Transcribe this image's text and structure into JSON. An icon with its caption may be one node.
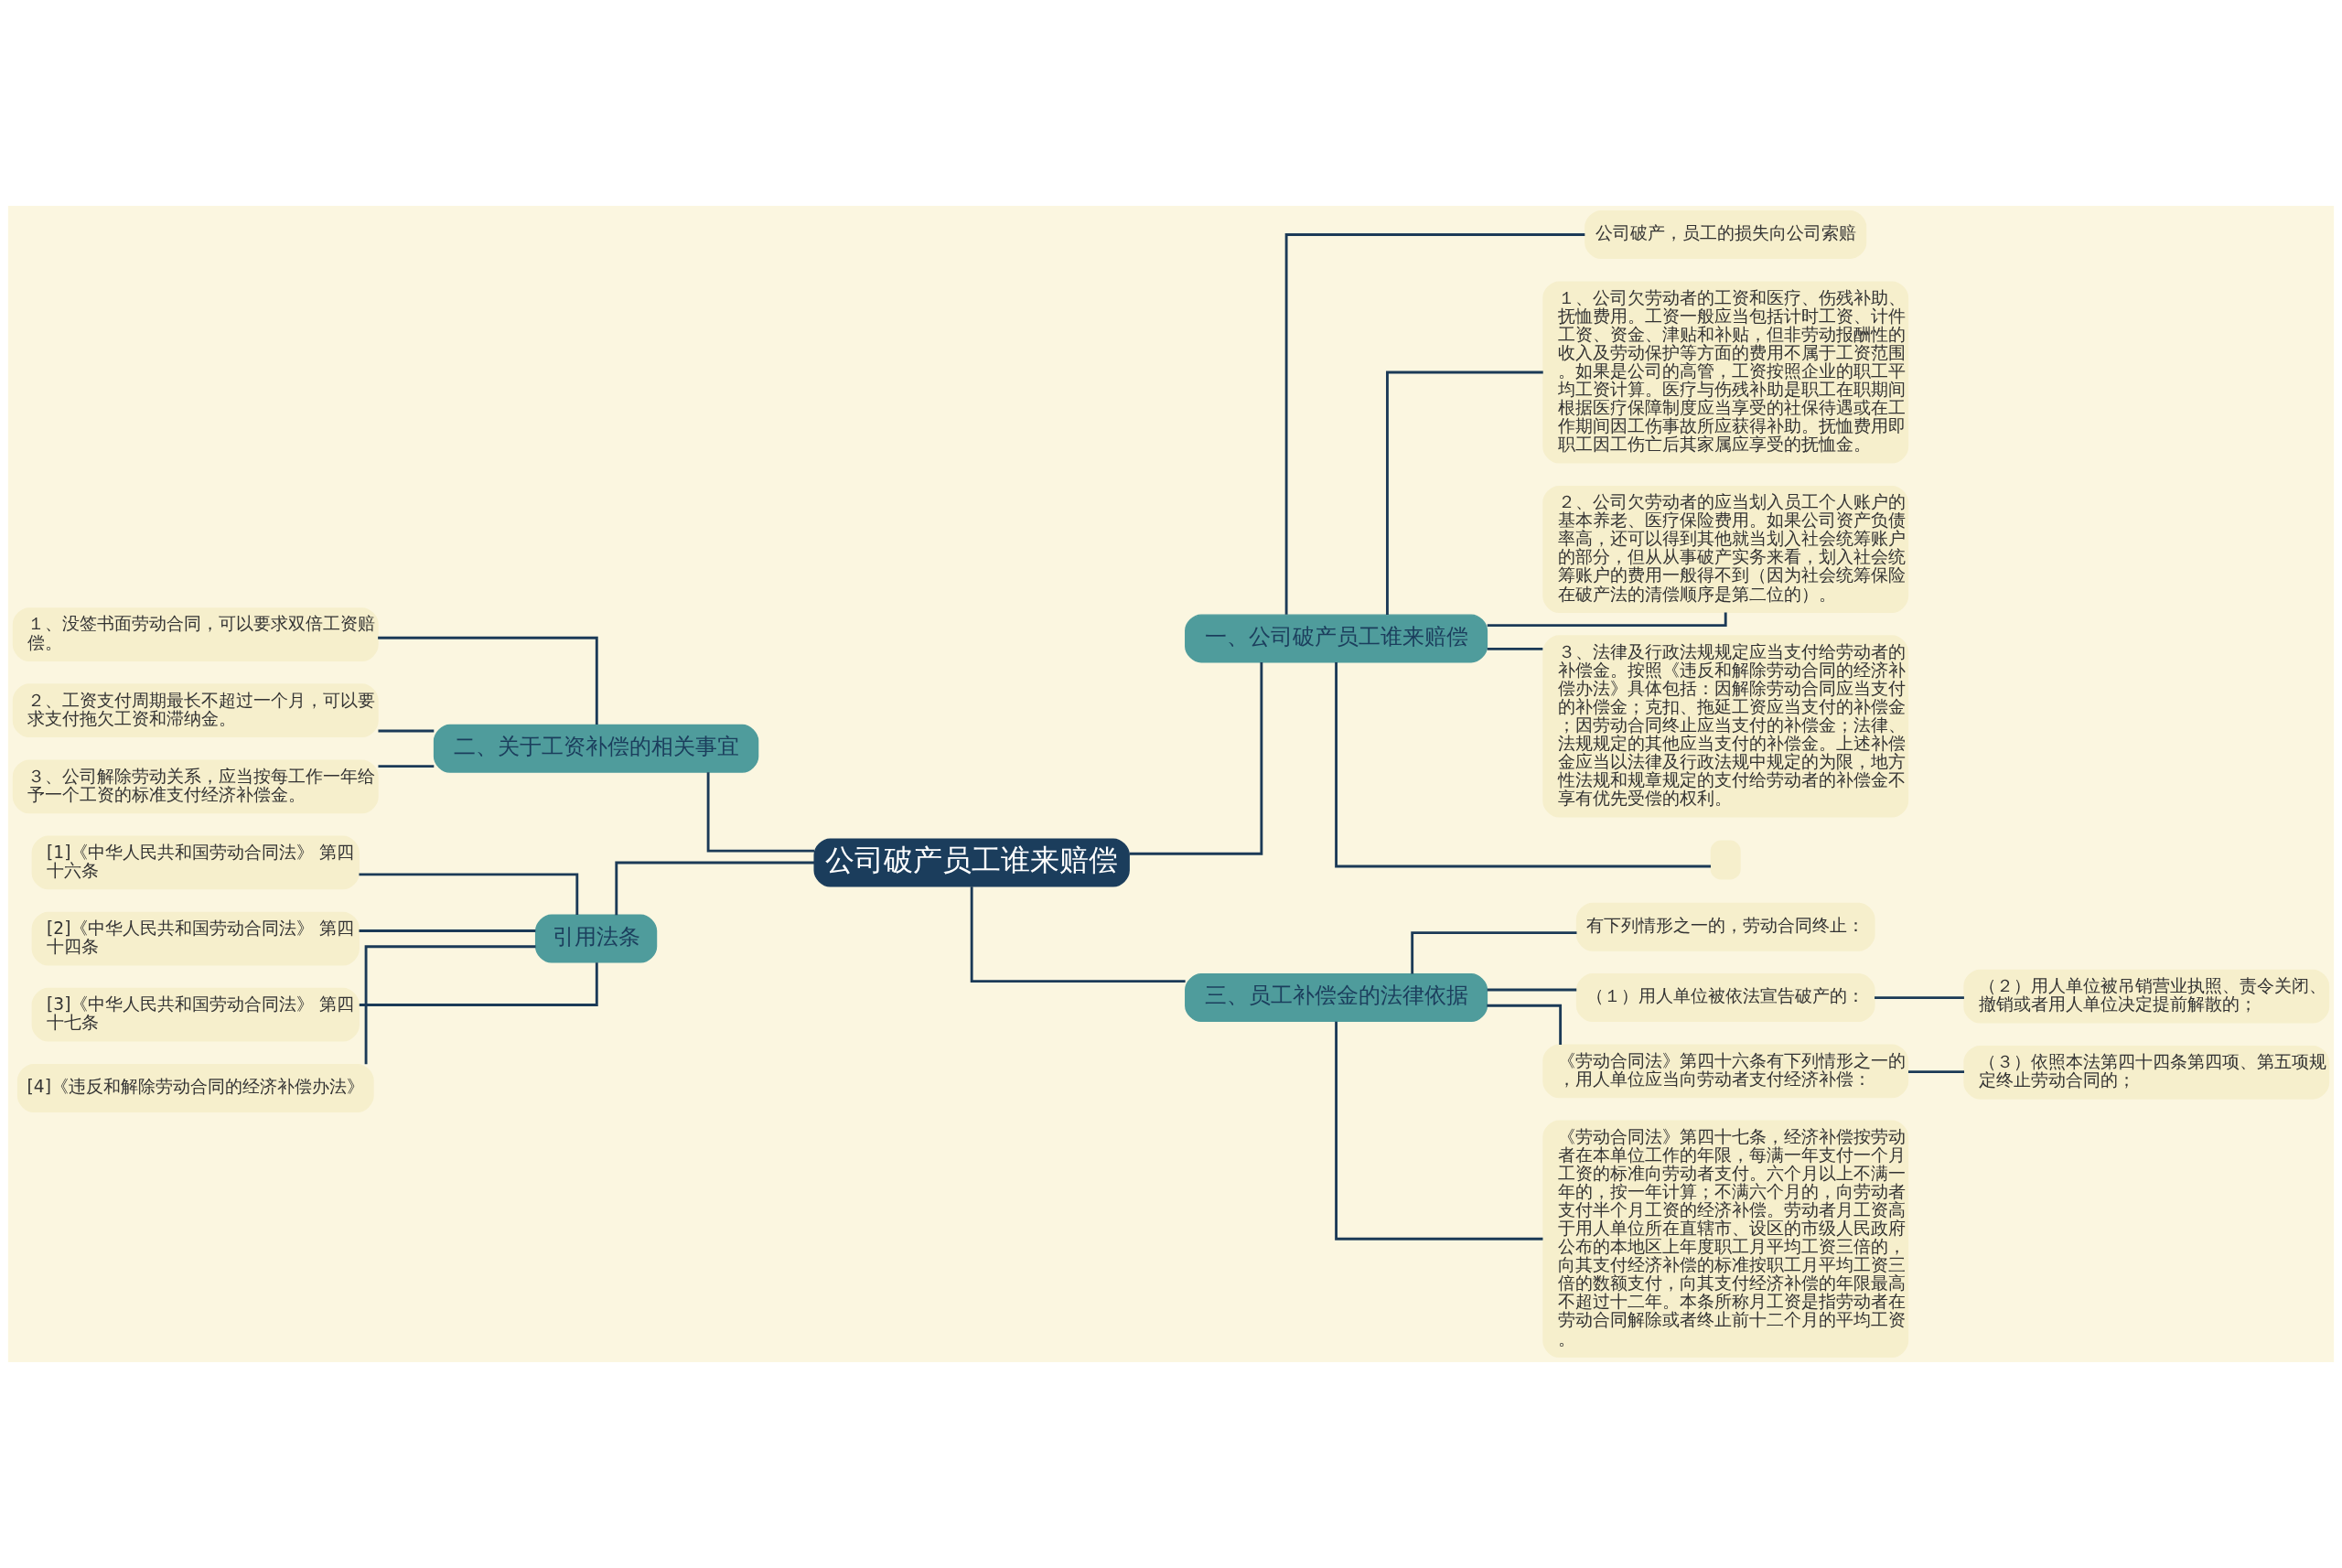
{
  "diagram": {
    "nodes": [
      {
        "text": [
          "公司破产员工谁来赔偿"
        ]
      },
      {
        "text": [
          "一、公司破产员工谁来赔偿"
        ]
      },
      {
        "text": [
          "公司破产，员工的损失向公司索赔"
        ]
      },
      {
        "text": [
          "１、公司欠劳动者的工资和医疗、伤残补助、抚恤费用。工资一般应当包括计时工资、计件工资、资金、津贴和补贴，但非劳动报酬性的收入及劳动保护等方面的费用不属于工资范围。如果是公司的高管，工资按照企业的职工平均工资计算。医疗与伤残补助是职工在职期间根据医疗保障制度应当享受的社保待遇或在工作期间因工伤事故所应获得补助。抚恤费用即职工因工伤亡后其家属应享受的抚恤金。"
        ]
      },
      {
        "text": [
          "２、公司欠劳动者的应当划入员工个人账户的基本养老、医疗保险费用。如果公司资产负债率高，还可以得到其他就当划入社会统筹账户的部分，但从从事破产实务来看，划入社会统筹账户的费用一般得不到（因为社会统筹保险在破产法的清偿顺序是第二位的）。"
        ]
      },
      {
        "text": [
          "３、法律及行政法规规定应当支付给劳动者的补偿金。按照《违反和解除劳动合同的经济补偿办法》具体包括：因解除劳动合同应当支付的补偿金；克扣、拖延工资应当支付的补偿金；因劳动合同终止应当支付的补偿金；法律、法规规定的其他应当支付的补偿金。上述补偿金应当以法律及行政法规中规定的为限，地方性法规和规章规定的支付给劳动者的补偿金不享有优先受偿的权利。"
        ]
      },
      {
        "text": [],
        "shape": "box"
      },
      {
        "text": [
          "三、员工补偿金的法律依据"
        ]
      },
      {
        "text": [
          "有下列情形之一的，劳动合同终止："
        ]
      },
      {
        "text": [
          "（１）用人单位被依法宣告破产的："
        ]
      },
      {
        "text": [
          "（２）用人单位被吊销营业执照、责令关闭、撤销或者用人单位决定提前解散的；"
        ]
      },
      {
        "text": [
          "《劳动合同法》第四十六条有下列情形之一的，用人单位应当向劳动者支付经济补偿："
        ]
      },
      {
        "text": [
          "（３）依照本法第四十四条第四项、第五项规定终止劳动合同的；"
        ]
      },
      {
        "text": [
          "《劳动合同法》第四十七条，经济补偿按劳动者在本单位工作的年限，每满一年支付一个月工资的标准向劳动者支付。六个月以上不满一年的，按一年计算；不满六个月的，向劳动者支付半个月工资的经济补偿。劳动者月工资高于用人单位所在直辖市、设区的市级人民政府公布的本地区上年度职工月平均工资三倍的，向其支付经济补偿的标准按职工月平均工资三倍的数额支付，向其支付经济补偿的年限最高不超过十二年。本条所称月工资是指劳动者在劳动合同解除或者终止前十二个月的平均工资。"
        ]
      },
      {
        "text": [
          "二、关于工资补偿的相关事宜"
        ]
      },
      {
        "text": [
          "１、没签书面劳动合同，可以要求双倍工资赔偿。"
        ]
      },
      {
        "text": [
          "２、工资支付周期最长不超过一个月，可以要求支付拖欠工资和滞纳金。"
        ]
      },
      {
        "text": [
          "３、公司解除劳动关系，应当按每工作一年给予一个工资的标准支付经济补偿金。"
        ]
      },
      {
        "text": [
          "引用法条"
        ]
      },
      {
        "text": [
          "[1]《中华人民共和国劳动合同法》 第四十六条"
        ]
      },
      {
        "text": [
          "[2]《中华人民共和国劳动合同法》 第四十四条"
        ]
      },
      {
        "text": [
          "[3]《中华人民共和国劳动合同法》 第四十七条"
        ]
      },
      {
        "text": [
          "[4]《违反和解除劳动合同的经济补偿办法》"
        ]
      }
    ],
    "edges": [
      {
        "from": 0,
        "to": 1,
        "arrow": "none"
      },
      {
        "from": 1,
        "to": 2,
        "arrow": "none"
      },
      {
        "from": 1,
        "to": 3,
        "arrow": "none"
      },
      {
        "from": 1,
        "to": 4,
        "arrow": "none"
      },
      {
        "from": 1,
        "to": 5,
        "arrow": "none"
      },
      {
        "from": 1,
        "to": 6,
        "arrow": "none"
      },
      {
        "from": 0,
        "to": 7,
        "arrow": "none"
      },
      {
        "from": 7,
        "to": 8,
        "arrow": "none"
      },
      {
        "from": 7,
        "to": 9,
        "arrow": "none"
      },
      {
        "from": 9,
        "to": 10,
        "arrow": "none"
      },
      {
        "from": 7,
        "to": 11,
        "arrow": "none"
      },
      {
        "from": 11,
        "to": 12,
        "arrow": "none"
      },
      {
        "from": 7,
        "to": 13,
        "arrow": "none"
      },
      {
        "from": 0,
        "to": 14,
        "arrow": "none"
      },
      {
        "from": 14,
        "to": 15,
        "arrow": "none"
      },
      {
        "from": 14,
        "to": 16,
        "arrow": "none"
      },
      {
        "from": 14,
        "to": 17,
        "arrow": "none"
      },
      {
        "from": 0,
        "to": 18,
        "arrow": "none"
      },
      {
        "from": 18,
        "to": 19,
        "arrow": "none"
      },
      {
        "from": 18,
        "to": 20,
        "arrow": "none"
      },
      {
        "from": 18,
        "to": 21,
        "arrow": "none"
      },
      {
        "from": 18,
        "to": 22,
        "arrow": "none"
      }
    ]
  }
}
